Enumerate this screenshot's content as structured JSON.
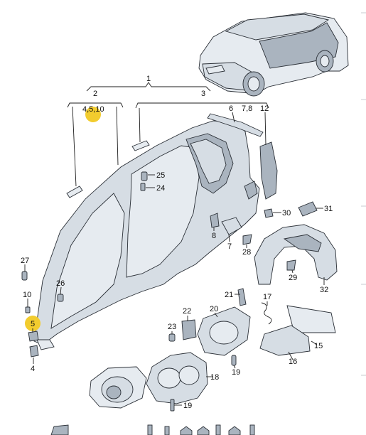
{
  "diagram": {
    "labels": {
      "p1": "1",
      "p2": "2",
      "p3": "3",
      "p2_sub": "4,5,10",
      "p6": "6",
      "p78": "7,8",
      "p12": "12",
      "p25": "25",
      "p24": "24",
      "p30": "30",
      "p31": "31",
      "p8": "8",
      "p7": "7",
      "p28": "28",
      "p29": "29",
      "p32": "32",
      "p27": "27",
      "p26": "26",
      "p10": "10",
      "p5": "5",
      "p4": "4",
      "p21": "21",
      "p17": "17",
      "p22": "22",
      "p20": "20",
      "p23": "23",
      "p15": "15",
      "p16": "16",
      "p18": "18",
      "p19a": "19",
      "p19b": "19"
    },
    "colors": {
      "highlight": "#f2cc2e",
      "part_fill": "#d6dde4",
      "outline": "#2a2f36"
    }
  }
}
